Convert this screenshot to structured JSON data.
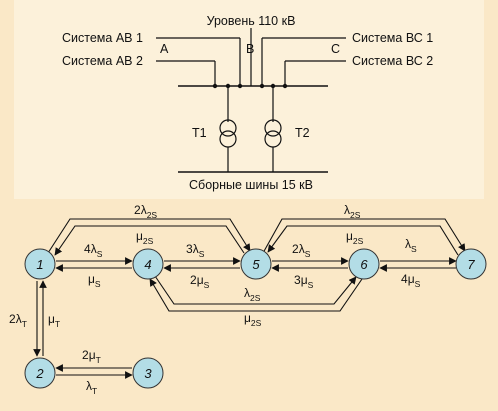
{
  "colors": {
    "page_bg": "#fae8c7",
    "node_fill": "#b3dde6",
    "ink": "#111111"
  },
  "top_diagram": {
    "level_label": "Уровень 110 кВ",
    "left_systems": [
      "Система АВ 1",
      "Система АВ 2"
    ],
    "right_systems": [
      "Система ВС 1",
      "Система ВС 2"
    ],
    "bus_letters": [
      "A",
      "B",
      "C"
    ],
    "transformers": [
      "T1",
      "T2"
    ],
    "bottom_label": "Сборные шины 15 кВ"
  },
  "state_graph": {
    "nodes": [
      "1",
      "2",
      "3",
      "4",
      "5",
      "6",
      "7"
    ],
    "edges": [
      {
        "id": "1-4",
        "forward": {
          "coef": "4",
          "sym": "λ",
          "sub": "S"
        },
        "backward": {
          "coef": "",
          "sym": "μ",
          "sub": "S"
        }
      },
      {
        "id": "4-5",
        "forward": {
          "coef": "3",
          "sym": "λ",
          "sub": "S"
        },
        "backward": {
          "coef": "2",
          "sym": "μ",
          "sub": "S"
        }
      },
      {
        "id": "5-6",
        "forward": {
          "coef": "2",
          "sym": "λ",
          "sub": "S"
        },
        "backward": {
          "coef": "3",
          "sym": "μ",
          "sub": "S"
        }
      },
      {
        "id": "6-7",
        "forward": {
          "coef": "",
          "sym": "λ",
          "sub": "S"
        },
        "backward": {
          "coef": "4",
          "sym": "μ",
          "sub": "S"
        }
      },
      {
        "id": "1-5",
        "forward": {
          "coef": "2",
          "sym": "λ",
          "sub": "2S"
        },
        "backward": {
          "coef": "",
          "sym": "μ",
          "sub": "2S"
        }
      },
      {
        "id": "5-7",
        "forward": {
          "coef": "",
          "sym": "λ",
          "sub": "2S"
        },
        "backward": {
          "coef": "",
          "sym": "μ",
          "sub": "2S"
        }
      },
      {
        "id": "4-6",
        "forward": {
          "coef": "",
          "sym": "λ",
          "sub": "2S"
        },
        "backward": {
          "coef": "",
          "sym": "μ",
          "sub": "2S"
        }
      },
      {
        "id": "1-2",
        "forward": {
          "coef": "2",
          "sym": "λ",
          "sub": "T"
        },
        "backward": {
          "coef": "",
          "sym": "μ",
          "sub": "T"
        }
      },
      {
        "id": "2-3",
        "forward": {
          "coef": "",
          "sym": "λ",
          "sub": "T"
        },
        "backward": {
          "coef": "2",
          "sym": "μ",
          "sub": "T"
        }
      }
    ]
  }
}
